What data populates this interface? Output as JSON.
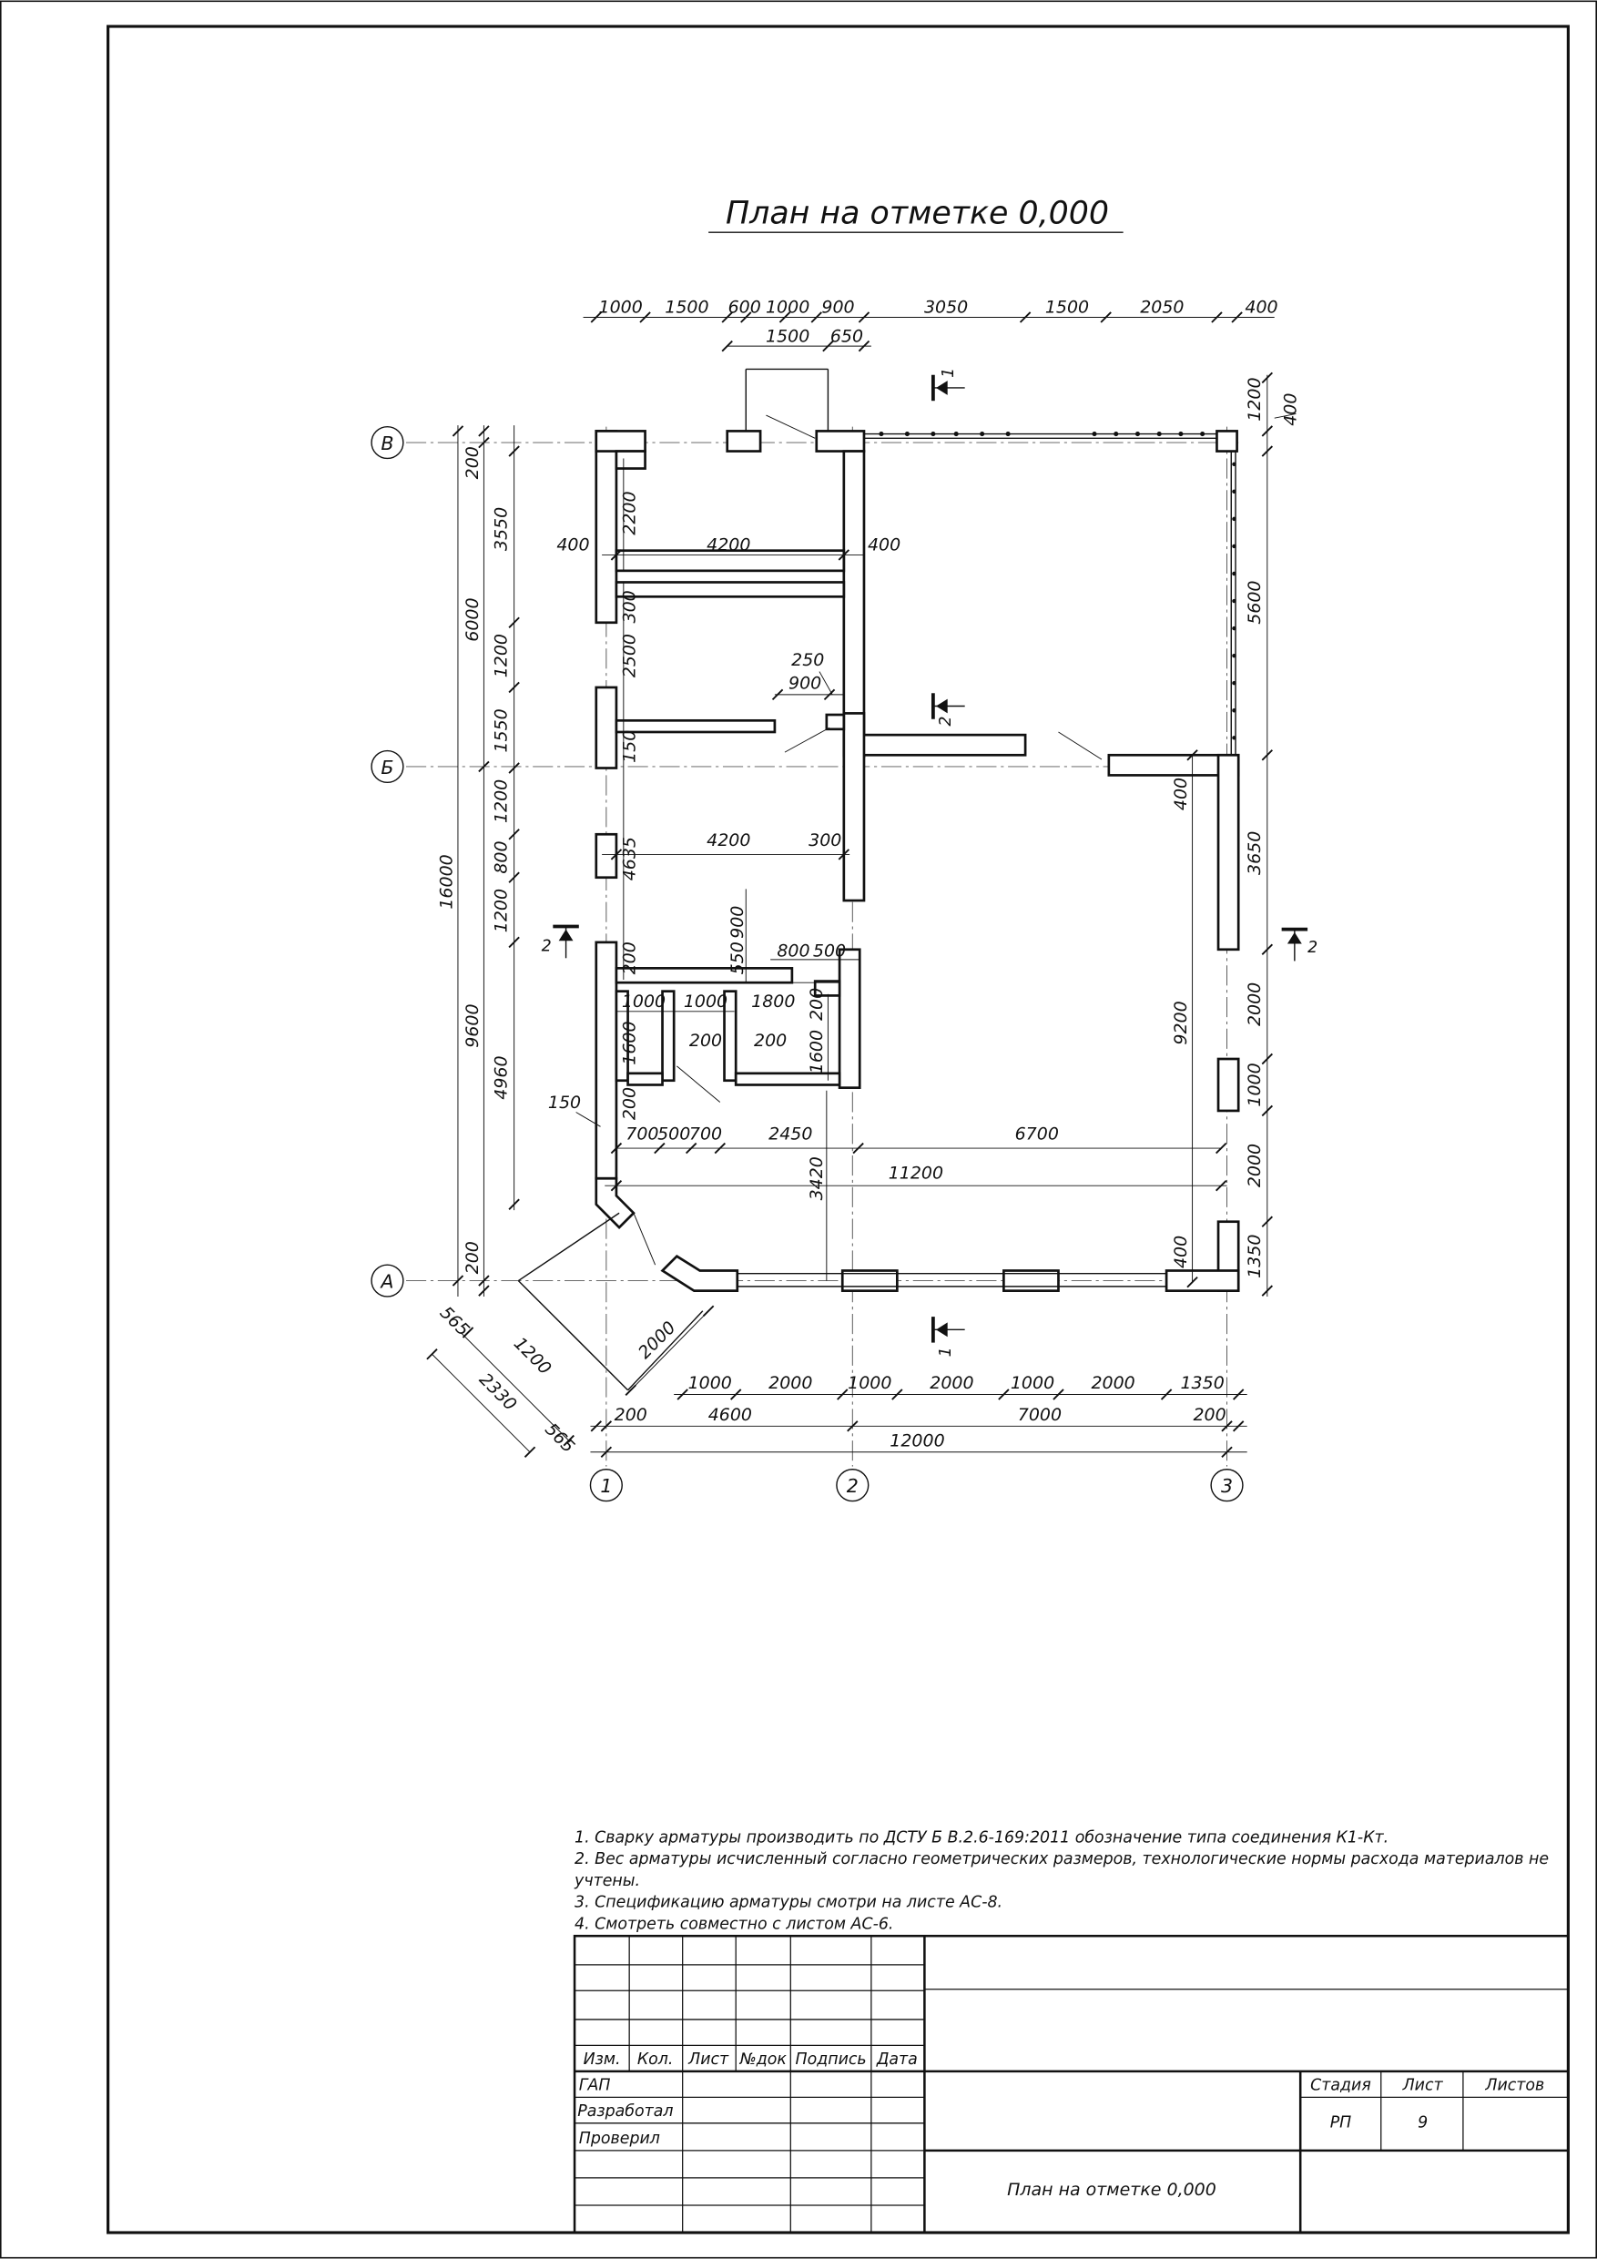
{
  "title": "План на отметке 0,000",
  "dimensions": {
    "top_row1": [
      "1000",
      "1500",
      "600",
      "1000",
      "900",
      "3050",
      "1500",
      "2050",
      "400"
    ],
    "top_row2": [
      "1500",
      "650"
    ],
    "right_top": [
      "1200",
      "400"
    ],
    "right": [
      "5600",
      "3650",
      "2000",
      "1000",
      "2000",
      "1350"
    ],
    "left_overall": "16000",
    "left_axis": [
      "6000",
      "9600"
    ],
    "left_axis_edge": [
      "200",
      "200"
    ],
    "left_chain": [
      "3550",
      "1200",
      "1550",
      "1200",
      "800",
      "1200",
      "4960"
    ],
    "interior": {
      "d400_left": "400",
      "d4200_top": "4200",
      "d400_right": "400",
      "d2200": "2200",
      "d300_a": "300",
      "d2500": "2500",
      "d250": "250",
      "d900_door": "900",
      "d150_a": "150",
      "d4635": "4635",
      "d4200_mid": "4200",
      "d300_b": "300",
      "d400_east": "400",
      "d9200": "9200",
      "d550": "550",
      "d900_v": "900",
      "d800": "800",
      "d500": "500",
      "d200_a": "200",
      "d1000_a": "1000",
      "d1000_b": "1000",
      "d1800": "1800",
      "d1600_a": "1600",
      "d1600_b": "1600",
      "d200_b": "200",
      "d200_c": "200",
      "d200_d": "200",
      "d200_e": "200",
      "d150_b": "150",
      "chain_700": "700",
      "chain_500": "500",
      "chain_700b": "700",
      "chain_2450": "2450",
      "chain_6700": "6700",
      "d11200": "11200",
      "d3420": "3420",
      "d400_se": "400"
    },
    "diagonal": [
      "565",
      "1200",
      "2330",
      "565",
      "2000"
    ],
    "bottom_row1": [
      "1000",
      "2000",
      "1000",
      "2000",
      "1000",
      "2000",
      "1350"
    ],
    "bottom_row2": [
      "200",
      "4600",
      "7000",
      "200"
    ],
    "bottom_overall": "12000"
  },
  "axes": {
    "rows": [
      "В",
      "Б",
      "А"
    ],
    "cols": [
      "1",
      "2",
      "3"
    ]
  },
  "sections": {
    "s1_top": "1",
    "s1_bottom": "1",
    "s2_left": "2",
    "s2_right": "2",
    "s2_center": "2"
  },
  "notes": [
    "1. Сварку арматуры производить по ДСТУ Б В.2.6-169:2011 обозначение типа соединения  К1-Кт.",
    "2. Вес арматуры исчисленный согласно геометрических размеров, технологические нормы расхода материалов не",
    "учтены.",
    "3. Спецификацию арматуры смотри на листе АС-8.",
    "4. Смотреть совместно с листом АС-6."
  ],
  "title_block": {
    "headers": [
      "Изм.",
      "Кол.",
      "Лист",
      "№док",
      "Подпись",
      "Дата"
    ],
    "roles": [
      "ГАП",
      "Разработал",
      "Проверил"
    ],
    "stage_label": "Стадия",
    "sheet_label": "Лист",
    "sheets_label": "Листов",
    "stage_value": "РП",
    "sheet_value": "9",
    "sheets_value": "",
    "drawing_name": "План на отметке 0,000"
  }
}
